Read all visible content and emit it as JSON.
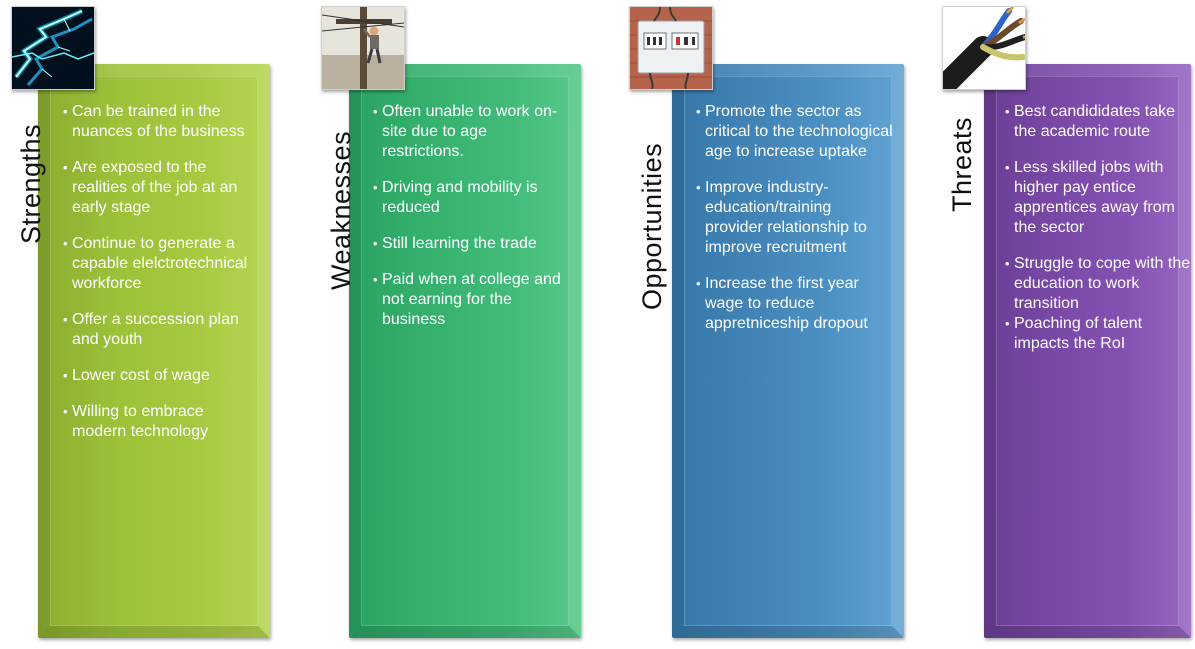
{
  "quadrants": [
    {
      "heading": "Strengths",
      "image_icon": "electric-plasma-icon",
      "color": "#9cc23a",
      "items": [
        "Can be trained in the nuances of the business",
        "Are exposed to the realities of the job at an early stage",
        "Continue to generate a capable elelctrotechnical workforce",
        "Offer a succession plan and youth",
        "Lower cost of wage",
        "Willing to embrace modern technology"
      ]
    },
    {
      "heading": "Weaknesses",
      "image_icon": "lineman-on-pole-icon",
      "color": "#37b26f",
      "items": [
        "Often unable to work on-site due to age restrictions.",
        "Driving and mobility is reduced",
        "Still learning the trade",
        "Paid when at college and not earning for the business"
      ]
    },
    {
      "heading": "Opportunities",
      "image_icon": "fuse-box-icon",
      "color": "#4485b8",
      "items": [
        "Promote the sector as critical to the technological age to increase uptake",
        "Improve industry-education/training provider relationship to improve recruitment",
        "Increase the first year wage to reduce appretniceship dropout"
      ]
    },
    {
      "heading": "Threats",
      "image_icon": "cable-wires-icon",
      "color": "#7a4aa8",
      "items": [
        "Best candididates take the academic route",
        "Less skilled jobs with higher pay entice apprentices away from the sector",
        "Struggle to cope with the education to work transition",
        "Poaching of talent impacts the RoI"
      ]
    }
  ]
}
